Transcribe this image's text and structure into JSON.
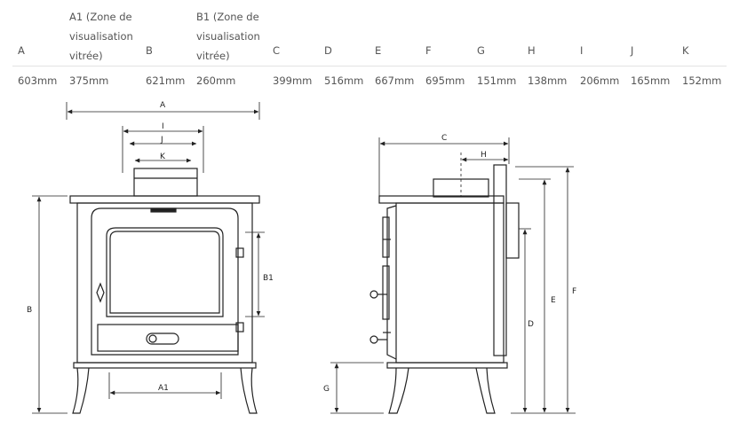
{
  "table": {
    "columns": [
      {
        "header": "A",
        "value": "603mm"
      },
      {
        "header": "A1 (Zone de visualisation vitrée)",
        "header_lines": [
          "A1 (Zone de",
          "visualisation",
          "vitrée)"
        ],
        "value": "375mm"
      },
      {
        "header": "B",
        "value": "621mm"
      },
      {
        "header": "B1 (Zone de visualisation vitrée)",
        "header_lines": [
          "B1 (Zone de",
          "visualisation",
          "vitrée)"
        ],
        "value": "260mm"
      },
      {
        "header": "C",
        "value": "399mm"
      },
      {
        "header": "D",
        "value": "516mm"
      },
      {
        "header": "E",
        "value": "667mm"
      },
      {
        "header": "F",
        "value": "695mm"
      },
      {
        "header": "G",
        "value": "151mm"
      },
      {
        "header": "H",
        "value": "138mm"
      },
      {
        "header": "I",
        "value": "206mm"
      },
      {
        "header": "J",
        "value": "165mm"
      },
      {
        "header": "K",
        "value": "152mm"
      }
    ]
  },
  "diagram": {
    "front_labels": {
      "a": "A",
      "i": "I",
      "j": "J",
      "k": "K",
      "b": "B",
      "b1": "B1",
      "a1": "A1"
    },
    "side_labels": {
      "c": "C",
      "h": "H",
      "e": "E",
      "f": "F",
      "d": "D",
      "g": "G"
    }
  }
}
